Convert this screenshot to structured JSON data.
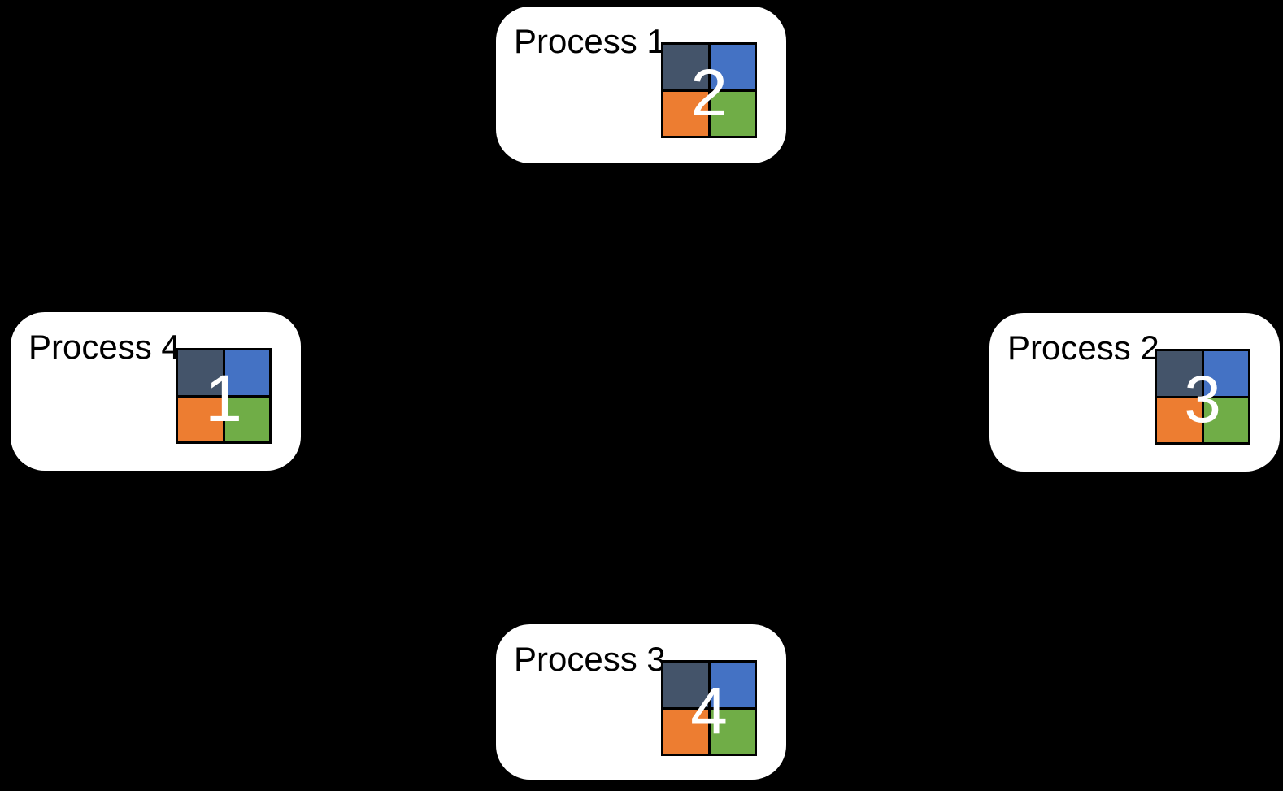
{
  "diagram": {
    "background_color": "#000000",
    "node_fill": "#ffffff",
    "label_color": "#000000",
    "number_color": "#ffffff",
    "quad_colors": {
      "top_left": "#44546a",
      "top_right": "#4472c4",
      "bottom_left": "#ed7d31",
      "bottom_right": "#70ad47"
    },
    "nodes": [
      {
        "label": "Process 1",
        "number": "2",
        "position": "top"
      },
      {
        "label": "Process 2",
        "number": "3",
        "position": "right"
      },
      {
        "label": "Process 3",
        "number": "4",
        "position": "bottom"
      },
      {
        "label": "Process 4",
        "number": "1",
        "position": "left"
      }
    ]
  }
}
